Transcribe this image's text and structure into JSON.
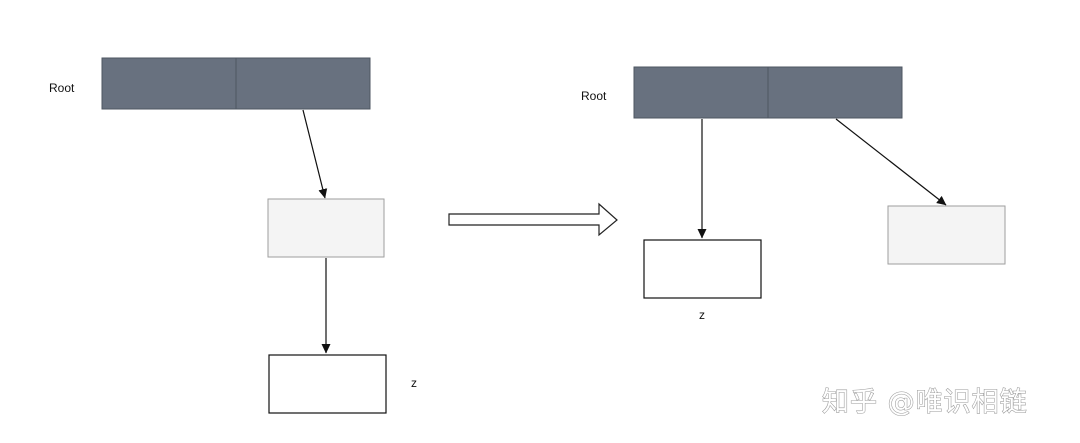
{
  "left": {
    "root_label": "Root",
    "z_label": "z"
  },
  "right": {
    "root_label": "Root",
    "z_label": "z"
  },
  "watermark": "知乎 @唯识相链",
  "colors": {
    "root_fill": "#68717f",
    "root_stroke": "#4e5662",
    "gray_node_fill": "#f4f4f4",
    "gray_node_stroke": "#9e9e9e",
    "white_node_fill": "#ffffff",
    "white_node_stroke": "#111111",
    "edge": "#111111"
  }
}
